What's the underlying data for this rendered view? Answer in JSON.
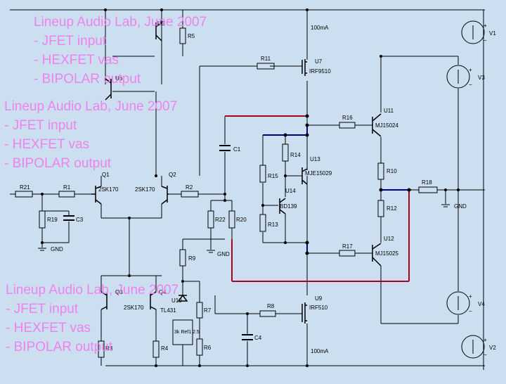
{
  "overlay_blocks": [
    [
      "Lineup Audio Lab, June 2007",
      "- JFET input",
      "- HEXFET vas",
      "- BIPOLAR output"
    ],
    [
      "Lineup Audio Lab, June 2007",
      "- JFET input",
      "- HEXFET vas",
      "- BIPOLAR output"
    ],
    [
      "Lineup Audio Lab, June 2007",
      "- JFET input",
      "- HEXFET vas",
      "- BIPOLAR output"
    ]
  ],
  "components": {
    "r21": "R21",
    "r1": "R1",
    "r19": "R19",
    "c3": "C3",
    "q1": "Q1",
    "q1_part": "2SK170",
    "q2": "Q2",
    "q2_part": "2SK170",
    "r2": "R2",
    "r22": "R22",
    "r20": "R20",
    "u5": "U5",
    "r5": "R5",
    "u6": "U6",
    "r11": "R11",
    "u7": "U7",
    "u7_part": "IRF9510",
    "i_top": "100mA",
    "c1": "C1",
    "r14": "R14",
    "r15": "R15",
    "u13": "U13",
    "u13_part": "MJE15029",
    "u14": "U14",
    "u14_part": "BD139",
    "r13": "R13",
    "r16": "R16",
    "u11": "U11",
    "u11_part": "MJ15024",
    "r10": "R10",
    "r12": "R12",
    "r18": "R18",
    "r17": "R17",
    "u12": "U12",
    "u12_part": "MJ15025",
    "q3": "Q3",
    "q4": "Q4",
    "q4_part": "2SK170",
    "r3": "R3",
    "r4": "R4",
    "r9": "R9",
    "u10": "U10",
    "u10_part": "TL431",
    "ref": "3k Ref1 2.5",
    "r7": "R7",
    "r6": "R6",
    "r8": "R8",
    "u9": "U9",
    "u9_part": "IRF510",
    "c4": "C4",
    "i_bot": "100mA"
  },
  "ground_labels": {
    "g1": "GND",
    "g2": "GND",
    "g3": "GND"
  },
  "sources": {
    "v1": "V1",
    "v2": "V2",
    "v3": "V3",
    "v4": "V4"
  },
  "signs": {
    "plus": "+",
    "minus": "−"
  },
  "colors": {
    "background": "#ccdff0",
    "wire": "#000000",
    "bus": "#000080",
    "feedback": "#aa0022",
    "overlay": "#ee82ee"
  }
}
